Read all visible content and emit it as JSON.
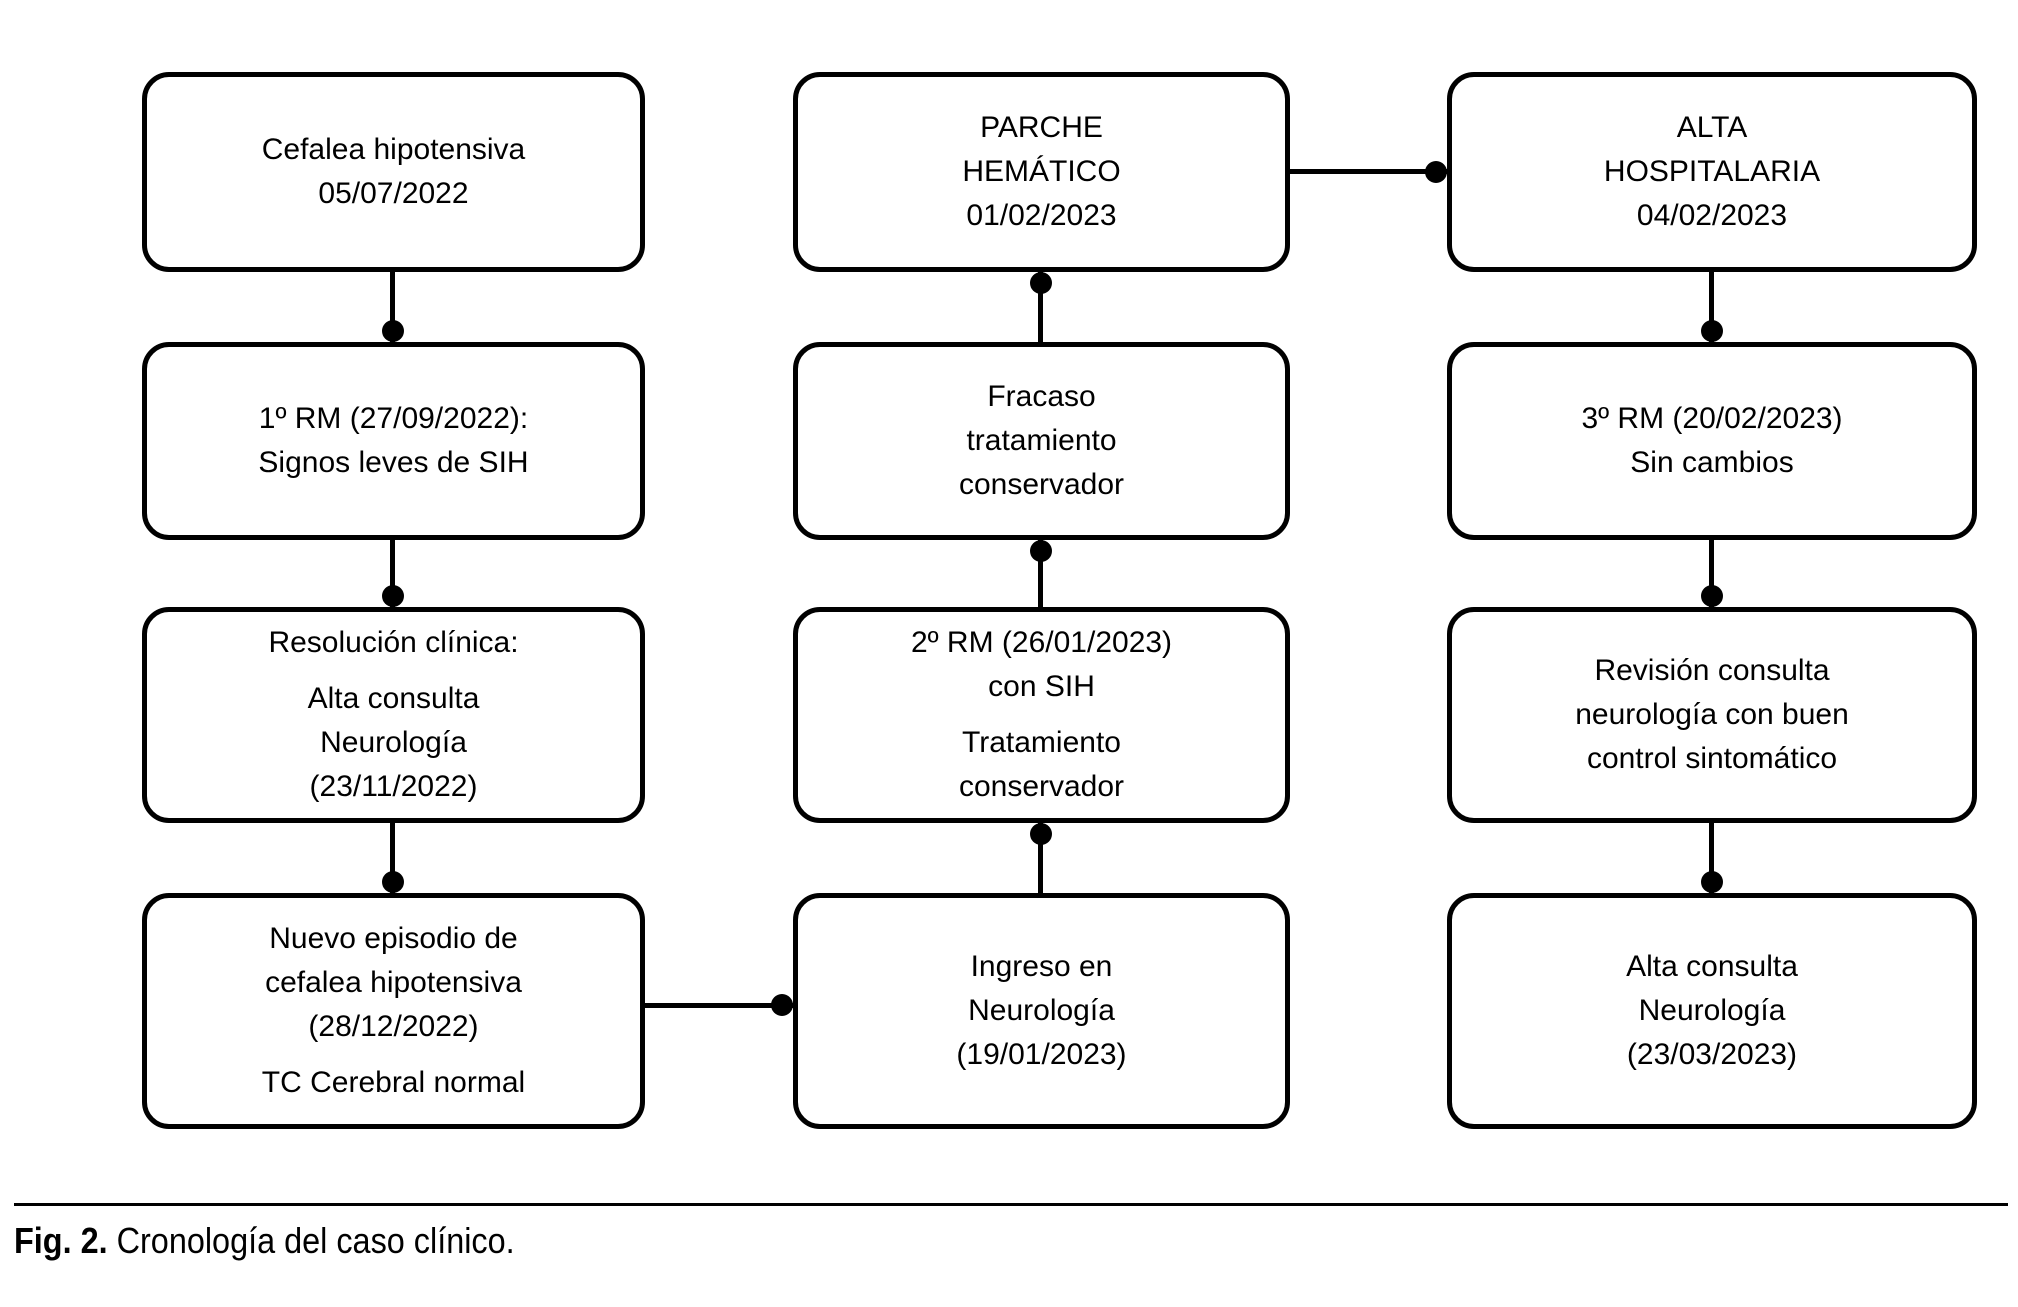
{
  "caption": {
    "label": "Fig. 2.",
    "text": "Cronología del caso clínico."
  },
  "flowchart": {
    "colors": {
      "stroke": "#000000",
      "background": "#ffffff"
    },
    "col1": [
      {
        "id": "cefalea-hipotensiva",
        "paragraphs": [
          "Cefalea hipotensiva\n05/07/2022"
        ]
      },
      {
        "id": "rm1",
        "paragraphs": [
          "1º RM (27/09/2022):\nSignos leves de SIH"
        ]
      },
      {
        "id": "resolucion-clinica",
        "paragraphs": [
          "Resolución clínica:",
          "Alta consulta\nNeurología\n(23/11/2022)"
        ]
      },
      {
        "id": "nuevo-episodio",
        "paragraphs": [
          "Nuevo episodio de\ncefalea hipotensiva\n(28/12/2022)",
          "TC Cerebral normal"
        ]
      }
    ],
    "col2": [
      {
        "id": "parche-hematico",
        "paragraphs": [
          "PARCHE\nHEMÁTICO\n01/02/2023"
        ]
      },
      {
        "id": "fracaso-tratamiento",
        "paragraphs": [
          "Fracaso\ntratamiento\nconservador"
        ]
      },
      {
        "id": "rm2",
        "paragraphs": [
          "2º RM (26/01/2023)\ncon SIH",
          "Tratamiento\nconservador"
        ]
      },
      {
        "id": "ingreso-neurologia",
        "paragraphs": [
          "Ingreso en\nNeurología\n(19/01/2023)"
        ]
      }
    ],
    "col3": [
      {
        "id": "alta-hospitalaria",
        "paragraphs": [
          "ALTA\nHOSPITALARIA\n04/02/2023"
        ]
      },
      {
        "id": "rm3",
        "paragraphs": [
          "3º RM (20/02/2023)\nSin cambios"
        ]
      },
      {
        "id": "revision-consulta",
        "paragraphs": [
          "Revisión consulta\nneurología con buen\ncontrol sintomático"
        ]
      },
      {
        "id": "alta-consulta",
        "paragraphs": [
          "Alta consulta\nNeurología\n(23/03/2023)"
        ]
      }
    ],
    "edges": [
      {
        "from": "cefalea-hipotensiva",
        "to": "rm1",
        "direction": "down"
      },
      {
        "from": "rm1",
        "to": "resolucion-clinica",
        "direction": "down"
      },
      {
        "from": "resolucion-clinica",
        "to": "nuevo-episodio",
        "direction": "down"
      },
      {
        "from": "nuevo-episodio",
        "to": "ingreso-neurologia",
        "direction": "right"
      },
      {
        "from": "ingreso-neurologia",
        "to": "rm2",
        "direction": "up"
      },
      {
        "from": "rm2",
        "to": "fracaso-tratamiento",
        "direction": "up"
      },
      {
        "from": "fracaso-tratamiento",
        "to": "parche-hematico",
        "direction": "up"
      },
      {
        "from": "parche-hematico",
        "to": "alta-hospitalaria",
        "direction": "right"
      },
      {
        "from": "alta-hospitalaria",
        "to": "rm3",
        "direction": "down"
      },
      {
        "from": "rm3",
        "to": "revision-consulta",
        "direction": "down"
      },
      {
        "from": "revision-consulta",
        "to": "alta-consulta",
        "direction": "down"
      }
    ]
  }
}
